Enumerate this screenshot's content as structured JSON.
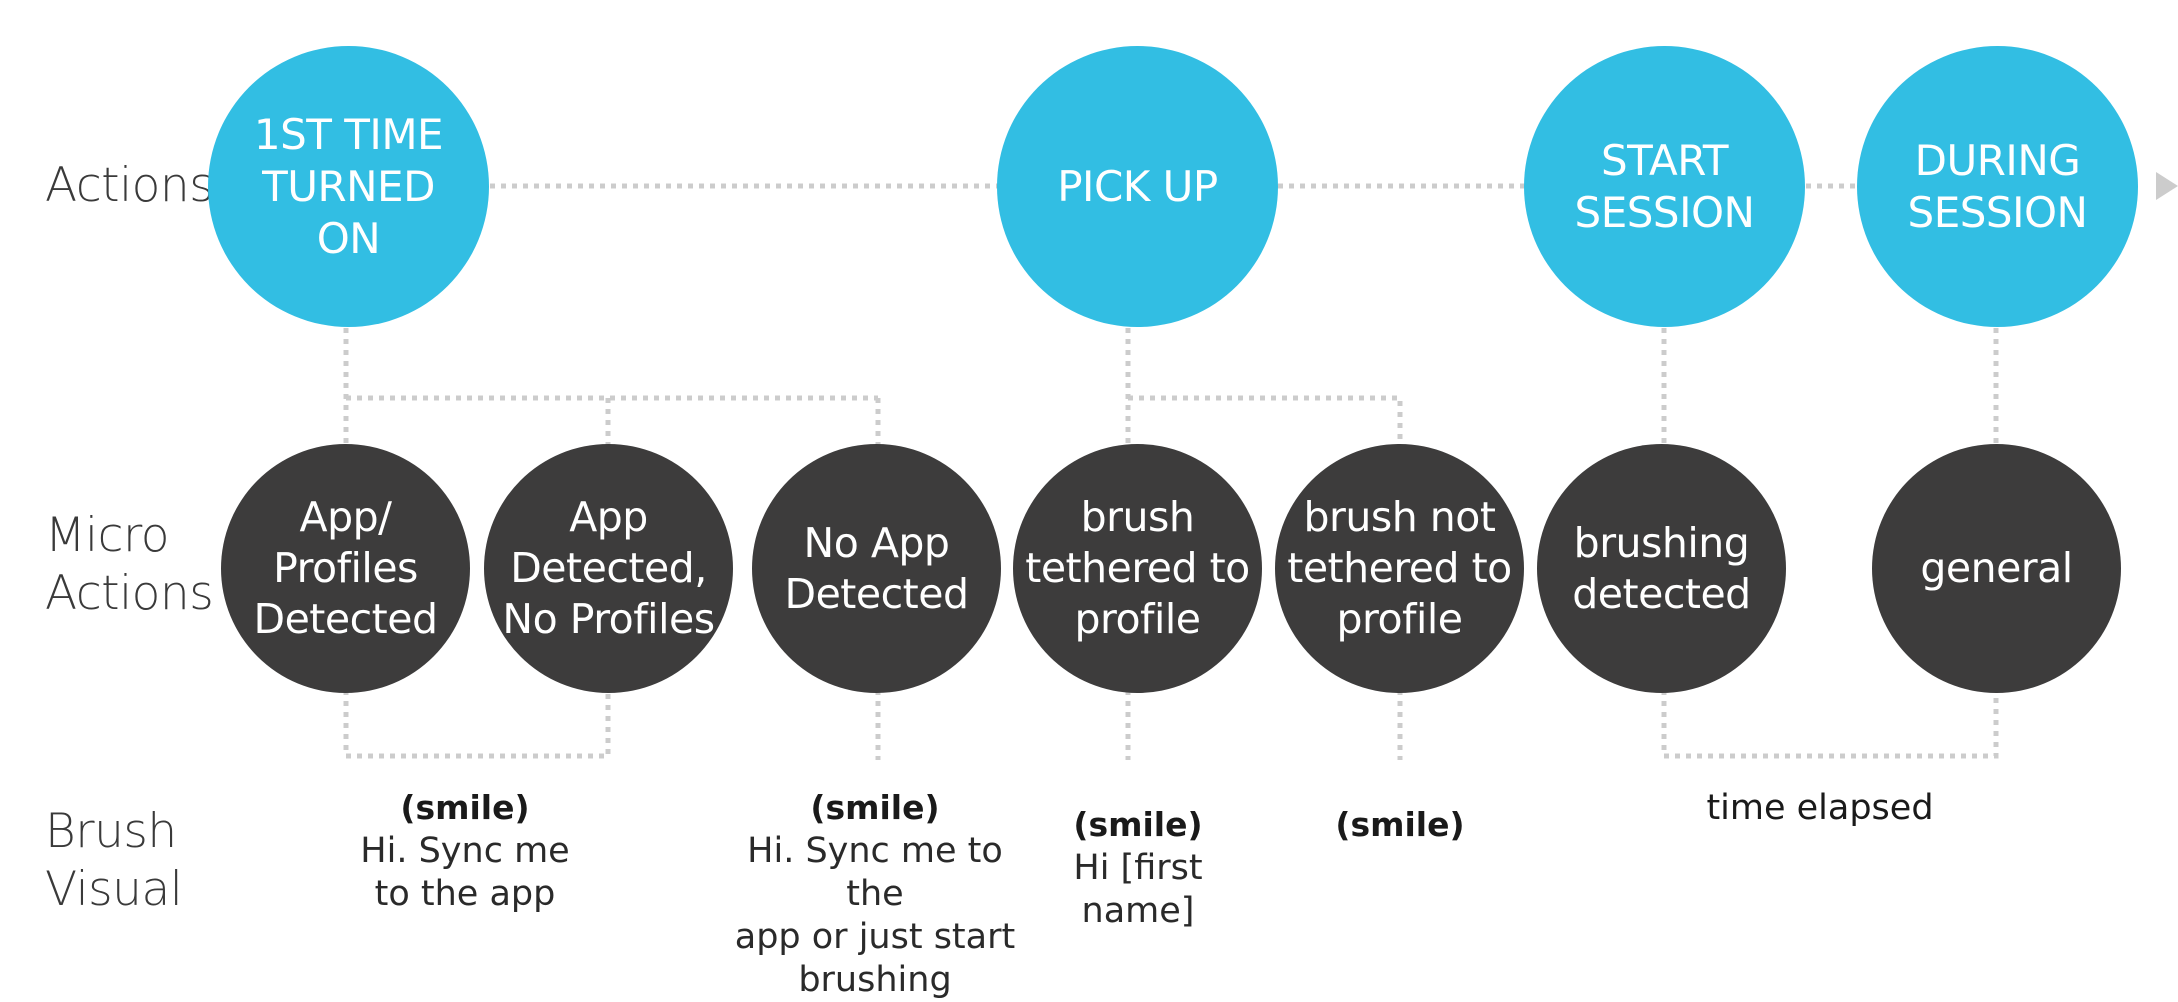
{
  "row_labels": {
    "actions": "Actions",
    "micro_actions": "Micro\nActions",
    "brush_visual": "Brush\nVisual"
  },
  "actions": [
    {
      "label": "1ST TIME\nTURNED\nON"
    },
    {
      "label": "PICK UP"
    },
    {
      "label": "START\nSESSION"
    },
    {
      "label": "DURING\nSESSION"
    }
  ],
  "micro_actions": [
    {
      "label": "App/\nProfiles\nDetected"
    },
    {
      "label": "App\nDetected,\nNo Profiles"
    },
    {
      "label": "No App\nDetected"
    },
    {
      "label": "brush\ntethered to\nprofile"
    },
    {
      "label": "brush not\ntethered to\nprofile"
    },
    {
      "label": "brushing\ndetected"
    },
    {
      "label": "general"
    }
  ],
  "brush_visuals": [
    {
      "title": "(smile)",
      "text": "Hi. Sync me\nto the app"
    },
    {
      "title": "(smile)",
      "text": "Hi. Sync me to the\napp or just start\nbrushing"
    },
    {
      "title": "(smile)",
      "text": "Hi [first name]"
    },
    {
      "title": "(smile)",
      "text": ""
    },
    {
      "title": "time elapsed",
      "text": ""
    }
  ],
  "colors": {
    "action": "#32bee3",
    "micro": "#3d3c3c",
    "connector": "#cccccc"
  }
}
